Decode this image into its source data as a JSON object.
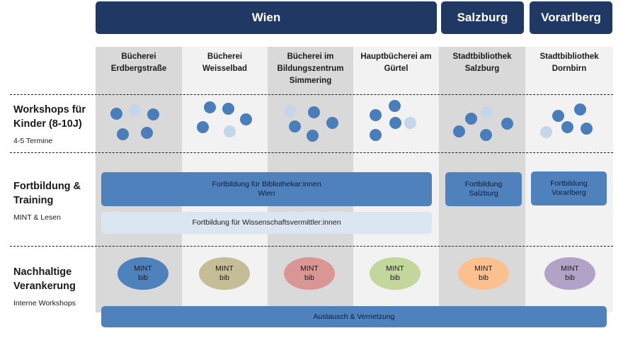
{
  "regions": {
    "wien": "Wien",
    "salzburg": "Salzburg",
    "vorarlberg": "Vorarlberg"
  },
  "libraries": [
    "Bücherei\nErdbergstraße",
    "Bücherei\nWeisselbad",
    "Bücherei im\nBildungszentrum\nSimmering",
    "Hauptbücherei am\nGürtel",
    "Stadtbibliothek\nSalzburg",
    "Stadtbibliothek\nDornbirn"
  ],
  "rows": [
    {
      "title": "Workshops für\nKinder (8-10J)",
      "subtitle": "4-5 Termine"
    },
    {
      "title": "Fortbildung &\nTraining",
      "subtitle": "MINT & Lesen"
    },
    {
      "title": "Nachhaltige\nVerankerung",
      "subtitle": "Interne Workshops"
    }
  ],
  "bars": {
    "fortbildung_wien": "Fortbildung für Bibliothekar:innen\nWien",
    "fortbildung_salzburg": "Fortbildung\nSalzburg",
    "fortbildung_vorarlberg": "Fortbildung\nVorarlberg",
    "wissenschaft": "Fortbildung für Wissenschaftsvermittler:innen",
    "austausch": "Austausch & Vernetzung"
  },
  "mint_label": "MINT\nbib",
  "colors": {
    "header": "#203864",
    "dot_dark": "#4a7ebb",
    "dot_light": "#c5d5ea",
    "bar_blue": "#4f81bd",
    "bar_pale": "#dce6f2",
    "mint": [
      "#4f81bd",
      "#c4bd97",
      "#d99694",
      "#c3d69b",
      "#fac090",
      "#b3a2c7"
    ]
  }
}
